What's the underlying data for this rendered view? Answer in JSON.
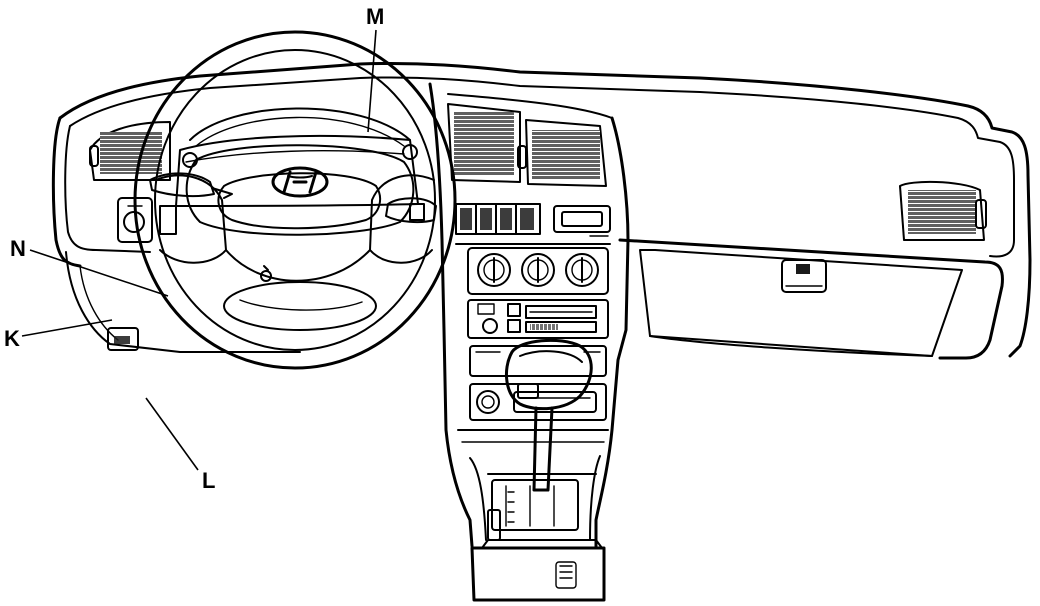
{
  "callouts": {
    "M": "M",
    "N": "N",
    "K": "K",
    "L": "L"
  },
  "icons": {
    "steering_emblem": "hyundai-logo-icon"
  },
  "colors": {
    "line": "#000000",
    "background": "#ffffff"
  }
}
